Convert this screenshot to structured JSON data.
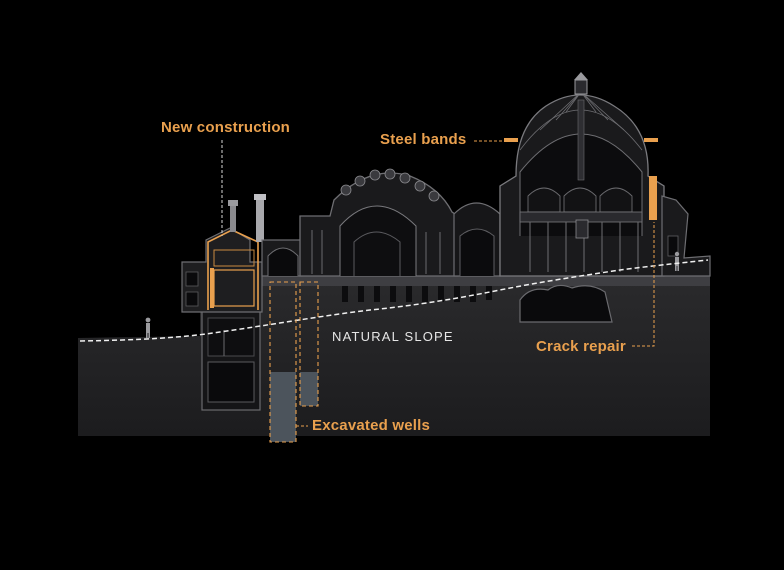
{
  "labels": {
    "new_construction": "New construction",
    "steel_bands": "Steel bands",
    "natural_slope": "NATURAL SLOPE",
    "crack_repair": "Crack repair",
    "excavated_wells": "Excavated wells"
  },
  "colors": {
    "background": "#000000",
    "accent": "#e9a04e",
    "ground": "#2a2a2c",
    "structure": "#5a5a5e",
    "line": "#8a8a8e",
    "slope_line": "#f0f0f0",
    "well_fill": "#4c545c"
  }
}
